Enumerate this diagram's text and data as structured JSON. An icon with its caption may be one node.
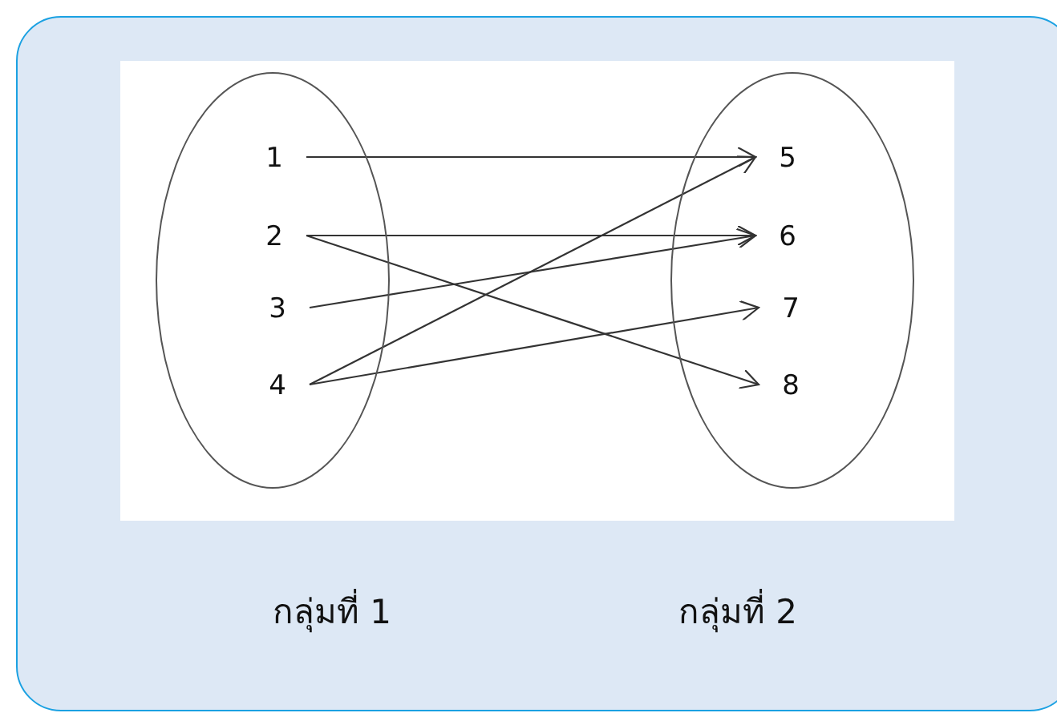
{
  "diagram": {
    "nodes": [
      {
        "text": [],
        "shape": "ellipse"
      },
      {
        "text": [
          "1"
        ],
        "in": 0
      },
      {
        "text": [
          "2"
        ],
        "in": 0
      },
      {
        "text": [
          "3"
        ],
        "in": 0
      },
      {
        "text": [
          "4"
        ],
        "in": 0
      },
      {
        "text": [],
        "shape": "ellipse"
      },
      {
        "text": [
          "5"
        ],
        "in": 5
      },
      {
        "text": [
          "6"
        ],
        "in": 5
      },
      {
        "text": [
          "7"
        ],
        "in": 5
      },
      {
        "text": [
          "8"
        ],
        "in": 5
      }
    ],
    "edges": [
      {
        "from": 1,
        "to": 6,
        "arrow": "to"
      },
      {
        "from": 2,
        "to": 7,
        "arrow": "to"
      },
      {
        "from": 2,
        "to": 9,
        "arrow": "to"
      },
      {
        "from": 3,
        "to": 7,
        "arrow": "to"
      },
      {
        "from": 4,
        "to": 6,
        "arrow": "to"
      },
      {
        "from": 4,
        "to": 8,
        "arrow": "to"
      }
    ],
    "labels": [
      "กลุ่มที่ 1",
      "กลุ่มที่ 2"
    ]
  }
}
